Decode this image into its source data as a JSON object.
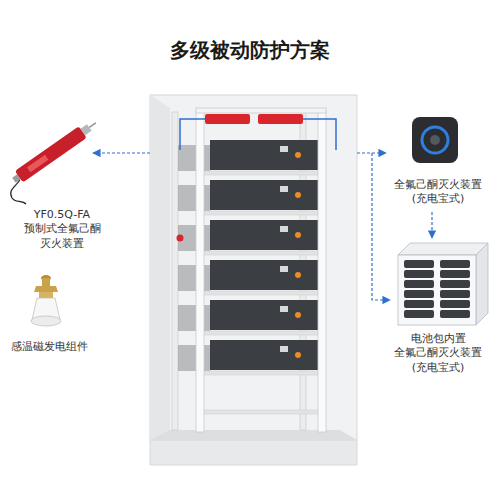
{
  "diagram": {
    "title": "多级被动防护方案",
    "labels": [
      "YF0.5Q-FA 预制式全氟己酮 灭火装置",
      "感温磁发电组件",
      "全氟己酮灭火装置 (充电宝式)",
      "电池包内置 全氟己酮灭火装置 (充电宝式)"
    ]
  }
}
